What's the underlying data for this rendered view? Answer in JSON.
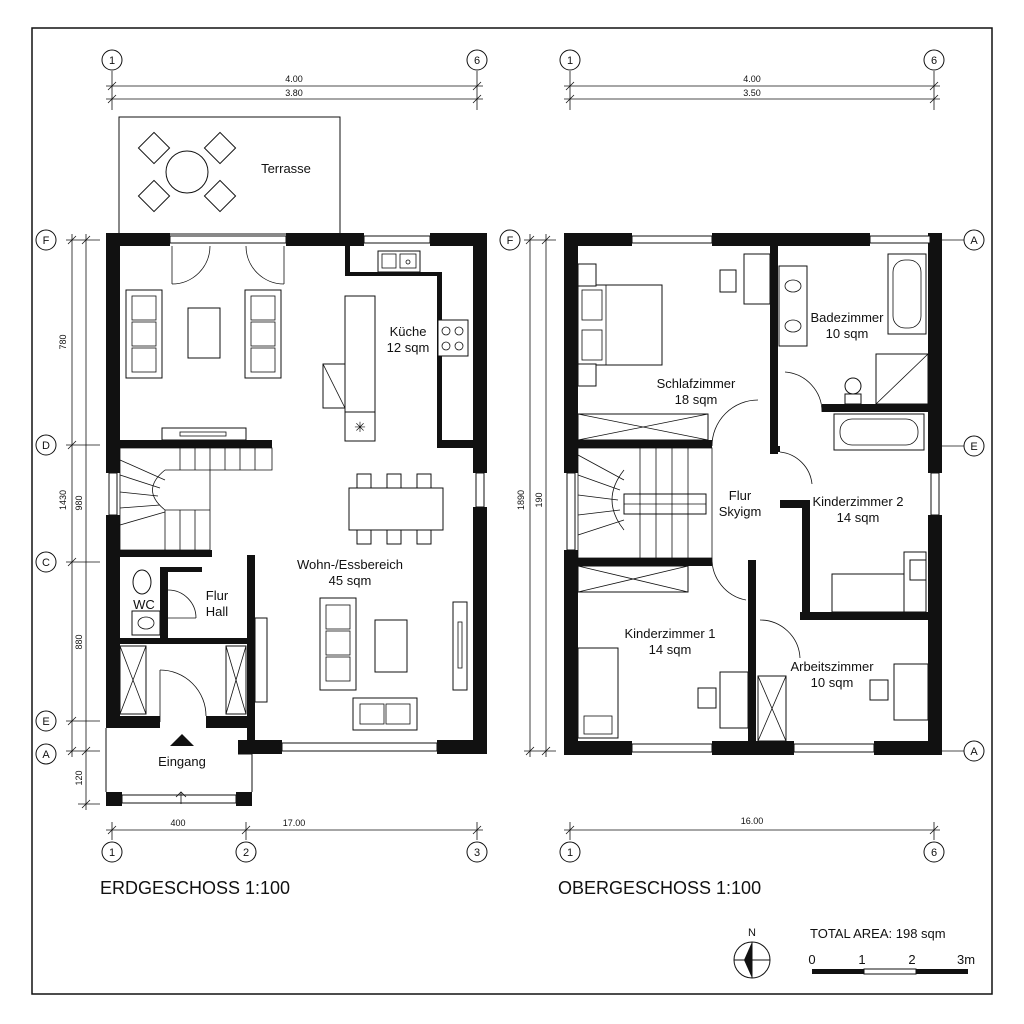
{
  "ground_floor": {
    "title": "ERDGESCHOSS 1:100",
    "rooms": {
      "terrace": "Terrasse",
      "kitchen_name": "Küche",
      "kitchen_area": "12 sqm",
      "living_name": "Wohn-/Essbereich",
      "living_area": "45 sqm",
      "wc": "WC",
      "hall_line1": "Flur",
      "hall_line2": "Hall",
      "entrance": "Eingang"
    },
    "dims": {
      "top_outer": "4.00",
      "top_inner": "3.80",
      "bottom_left": "400",
      "bottom_total": "17.00",
      "left_upper": "780",
      "left_total": "1430",
      "left_mid": "980",
      "left_lower": "880",
      "left_bottom": "120"
    },
    "axes": {
      "top_left": "1",
      "top_right": "6",
      "bottom_1": "1",
      "bottom_2": "2",
      "bottom_3": "3",
      "left_F": "F",
      "left_D": "D",
      "left_C": "C",
      "left_E": "E",
      "left_A": "A"
    }
  },
  "upper_floor": {
    "title": "OBERGESCHOSS 1:100",
    "rooms": {
      "bath_name": "Badezimmer",
      "bath_area": "10 sqm",
      "bedroom_name": "Schlafzimmer",
      "bedroom_area": "18 sqm",
      "hall_line1": "Flur",
      "hall_line2": "Skyigm",
      "kids2_name": "Kinderzimmer 2",
      "kids2_area": "14 sqm",
      "kids1_name": "Kinderzimmer 1",
      "kids1_area": "14 sqm",
      "office_name": "Arbeitszimmer",
      "office_area": "10 sqm"
    },
    "dims": {
      "top_outer": "4.00",
      "top_inner": "3.50",
      "left_total": "1890",
      "left_inner": "190",
      "bottom_total": "16.00"
    },
    "axes": {
      "top_left": "1",
      "top_right": "6",
      "bottom_left": "1",
      "bottom_right": "6",
      "left_F": "F",
      "right_A_top": "A",
      "right_E": "E",
      "right_A_bottom": "A"
    }
  },
  "footer": {
    "total_area": "TOTAL AREA: 198 sqm",
    "north": "N",
    "scale_labels": [
      "0",
      "1",
      "2",
      "3m"
    ]
  }
}
